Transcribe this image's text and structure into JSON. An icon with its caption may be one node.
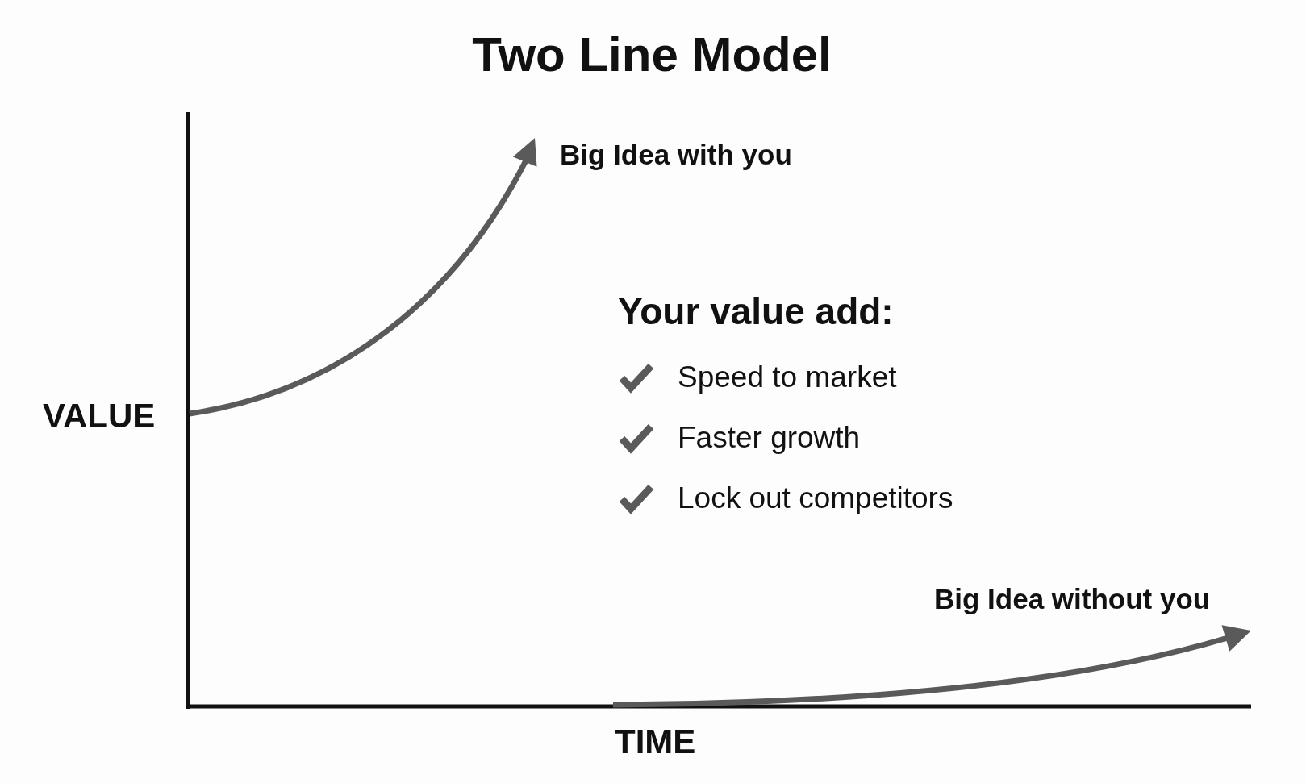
{
  "diagram": {
    "title": "Two Line Model",
    "labels": [
      "Big Idea with you",
      "Your value add:",
      "Speed to market",
      "Faster growth",
      "Lock out competitors",
      "VALUE",
      "Big Idea without you",
      "TIME"
    ]
  }
}
